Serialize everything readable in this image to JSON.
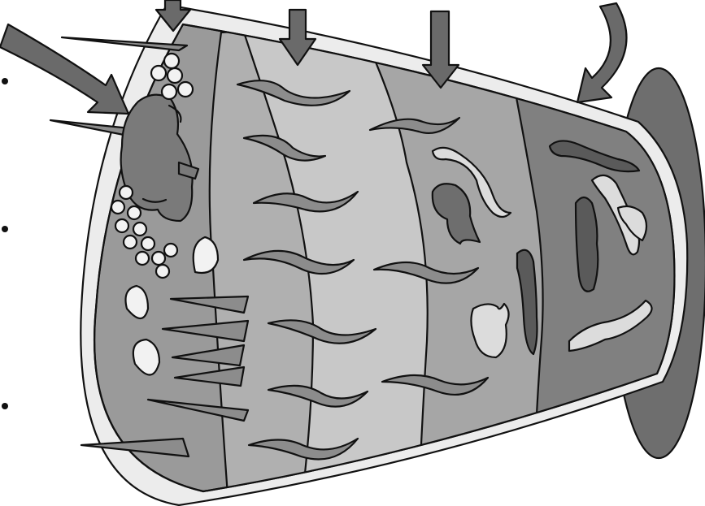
{
  "colors": {
    "background": "#ffffff",
    "rim": "#ececec",
    "zone_1": "#9a9a9a",
    "zone_2": "#b0b0b0",
    "zone_3": "#c8c8c8",
    "zone_4": "#a6a6a6",
    "zone_5": "#808080",
    "end_cap": "#6e6e6e",
    "arrow": "#6a6a6a",
    "leaf": "#8c8c8c",
    "frog": "#7a7a7a",
    "egg": "#f2f2f2",
    "worm_dark": "#5a5a5a",
    "worm_light": "#dcdcdc",
    "ink": "#111111"
  },
  "zones": [
    {
      "name": "zone-1-leaves-and-frog"
    },
    {
      "name": "zone-2-leaves"
    },
    {
      "name": "zone-3-leaves"
    },
    {
      "name": "zone-4-leaves-and-fish"
    },
    {
      "name": "zone-5-worms"
    }
  ],
  "icons": [
    "arrow-icon",
    "leaf-icon",
    "frog-icon",
    "egg-icon",
    "seed-icon",
    "spike-icon",
    "worm-icon",
    "fish-icon",
    "bullet-icon"
  ]
}
